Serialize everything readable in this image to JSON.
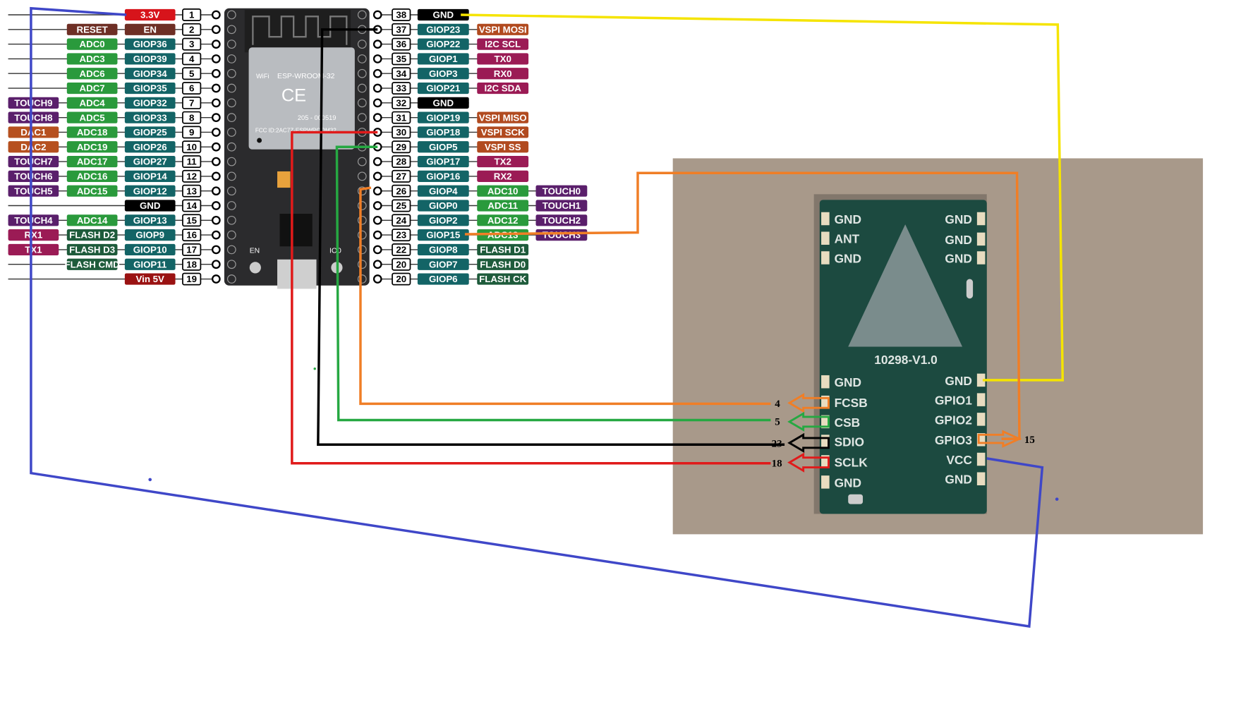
{
  "colors": {
    "power": "#d7141b",
    "brown": "#6e2f25",
    "adc": "#2a9a3c",
    "gpio": "#136466",
    "touch": "#5a1f6b",
    "dac": "#b6501f",
    "uart": "#9b1b55",
    "vspi": "#b14a1f",
    "flash": "#1e5b3b",
    "gnd": "#000000",
    "vin": "#9a1212",
    "wire_blue": "#3f47c8",
    "wire_yellow": "#f5e400",
    "wire_black": "#000000",
    "wire_red": "#e01a1a",
    "wire_green": "#26a842",
    "wire_orange": "#f07e26"
  },
  "pinout": {
    "left": [
      {
        "pin": "1",
        "cols": [
          null,
          null,
          {
            "t": "3.3V",
            "k": "power"
          }
        ]
      },
      {
        "pin": "2",
        "cols": [
          null,
          {
            "t": "RESET",
            "k": "brown"
          },
          {
            "t": "EN",
            "k": "brown"
          }
        ]
      },
      {
        "pin": "3",
        "cols": [
          null,
          {
            "t": "ADC0",
            "k": "adc"
          },
          {
            "t": "GIOP36",
            "k": "gpio"
          }
        ]
      },
      {
        "pin": "4",
        "cols": [
          null,
          {
            "t": "ADC3",
            "k": "adc"
          },
          {
            "t": "GIOP39",
            "k": "gpio"
          }
        ]
      },
      {
        "pin": "5",
        "cols": [
          null,
          {
            "t": "ADC6",
            "k": "adc"
          },
          {
            "t": "GIOP34",
            "k": "gpio"
          }
        ]
      },
      {
        "pin": "6",
        "cols": [
          null,
          {
            "t": "ADC7",
            "k": "adc"
          },
          {
            "t": "GIOP35",
            "k": "gpio"
          }
        ]
      },
      {
        "pin": "7",
        "cols": [
          {
            "t": "TOUCH9",
            "k": "touch"
          },
          {
            "t": "ADC4",
            "k": "adc"
          },
          {
            "t": "GIOP32",
            "k": "gpio"
          }
        ]
      },
      {
        "pin": "8",
        "cols": [
          {
            "t": "TOUCH8",
            "k": "touch"
          },
          {
            "t": "ADC5",
            "k": "adc"
          },
          {
            "t": "GIOP33",
            "k": "gpio"
          }
        ]
      },
      {
        "pin": "9",
        "cols": [
          {
            "t": "DAC1",
            "k": "dac"
          },
          {
            "t": "ADC18",
            "k": "adc"
          },
          {
            "t": "GIOP25",
            "k": "gpio"
          }
        ]
      },
      {
        "pin": "10",
        "cols": [
          {
            "t": "DAC2",
            "k": "dac"
          },
          {
            "t": "ADC19",
            "k": "adc"
          },
          {
            "t": "GIOP26",
            "k": "gpio"
          }
        ]
      },
      {
        "pin": "11",
        "cols": [
          {
            "t": "TOUCH7",
            "k": "touch"
          },
          {
            "t": "ADC17",
            "k": "adc"
          },
          {
            "t": "GIOP27",
            "k": "gpio"
          }
        ]
      },
      {
        "pin": "12",
        "cols": [
          {
            "t": "TOUCH6",
            "k": "touch"
          },
          {
            "t": "ADC16",
            "k": "adc"
          },
          {
            "t": "GIOP14",
            "k": "gpio"
          }
        ]
      },
      {
        "pin": "13",
        "cols": [
          {
            "t": "TOUCH5",
            "k": "touch"
          },
          {
            "t": "ADC15",
            "k": "adc"
          },
          {
            "t": "GIOP12",
            "k": "gpio"
          }
        ]
      },
      {
        "pin": "14",
        "cols": [
          null,
          null,
          {
            "t": "GND",
            "k": "gnd"
          }
        ]
      },
      {
        "pin": "15",
        "cols": [
          {
            "t": "TOUCH4",
            "k": "touch"
          },
          {
            "t": "ADC14",
            "k": "adc"
          },
          {
            "t": "GIOP13",
            "k": "gpio"
          }
        ]
      },
      {
        "pin": "16",
        "cols": [
          {
            "t": "RX1",
            "k": "uart"
          },
          {
            "t": "FLASH D2",
            "k": "flash"
          },
          {
            "t": "GIOP9",
            "k": "gpio"
          }
        ]
      },
      {
        "pin": "17",
        "cols": [
          {
            "t": "TX1",
            "k": "uart"
          },
          {
            "t": "FLASH D3",
            "k": "flash"
          },
          {
            "t": "GIOP10",
            "k": "gpio"
          }
        ]
      },
      {
        "pin": "18",
        "cols": [
          null,
          {
            "t": "FLASH CMD",
            "k": "flash"
          },
          {
            "t": "GIOP11",
            "k": "gpio"
          }
        ]
      },
      {
        "pin": "19",
        "cols": [
          null,
          null,
          {
            "t": "Vin 5V",
            "k": "vin"
          }
        ]
      }
    ],
    "right": [
      {
        "pin": "38",
        "cols": [
          {
            "t": "GND",
            "k": "gnd"
          },
          null,
          null
        ]
      },
      {
        "pin": "37",
        "cols": [
          {
            "t": "GIOP23",
            "k": "gpio"
          },
          {
            "t": "VSPI MOSI",
            "k": "vspi"
          },
          null
        ]
      },
      {
        "pin": "36",
        "cols": [
          {
            "t": "GIOP22",
            "k": "gpio"
          },
          {
            "t": "I2C SCL",
            "k": "uart"
          },
          null
        ]
      },
      {
        "pin": "35",
        "cols": [
          {
            "t": "GIOP1",
            "k": "gpio"
          },
          {
            "t": "TX0",
            "k": "uart"
          },
          null
        ]
      },
      {
        "pin": "34",
        "cols": [
          {
            "t": "GIOP3",
            "k": "gpio"
          },
          {
            "t": "RX0",
            "k": "uart"
          },
          null
        ]
      },
      {
        "pin": "33",
        "cols": [
          {
            "t": "GIOP21",
            "k": "gpio"
          },
          {
            "t": "I2C SDA",
            "k": "uart"
          },
          null
        ]
      },
      {
        "pin": "32",
        "cols": [
          {
            "t": "GND",
            "k": "gnd"
          },
          null,
          null
        ]
      },
      {
        "pin": "31",
        "cols": [
          {
            "t": "GIOP19",
            "k": "gpio"
          },
          {
            "t": "VSPI MISO",
            "k": "vspi"
          },
          null
        ]
      },
      {
        "pin": "30",
        "cols": [
          {
            "t": "GIOP18",
            "k": "gpio"
          },
          {
            "t": "VSPI SCK",
            "k": "vspi"
          },
          null
        ]
      },
      {
        "pin": "29",
        "cols": [
          {
            "t": "GIOP5",
            "k": "gpio"
          },
          {
            "t": "VSPI SS",
            "k": "vspi"
          },
          null
        ]
      },
      {
        "pin": "28",
        "cols": [
          {
            "t": "GIOP17",
            "k": "gpio"
          },
          {
            "t": "TX2",
            "k": "uart"
          },
          null
        ]
      },
      {
        "pin": "27",
        "cols": [
          {
            "t": "GIOP16",
            "k": "gpio"
          },
          {
            "t": "RX2",
            "k": "uart"
          },
          null
        ]
      },
      {
        "pin": "26",
        "cols": [
          {
            "t": "GIOP4",
            "k": "gpio"
          },
          {
            "t": "ADC10",
            "k": "adc"
          },
          {
            "t": "TOUCH0",
            "k": "touch"
          }
        ]
      },
      {
        "pin": "25",
        "cols": [
          {
            "t": "GIOP0",
            "k": "gpio"
          },
          {
            "t": "ADC11",
            "k": "adc"
          },
          {
            "t": "TOUCH1",
            "k": "touch"
          }
        ]
      },
      {
        "pin": "24",
        "cols": [
          {
            "t": "GIOP2",
            "k": "gpio"
          },
          {
            "t": "ADC12",
            "k": "adc"
          },
          {
            "t": "TOUCH2",
            "k": "touch"
          }
        ]
      },
      {
        "pin": "23",
        "cols": [
          {
            "t": "GIOP15",
            "k": "gpio"
          },
          {
            "t": "ADC13",
            "k": "adc"
          },
          {
            "t": "TOUCH3",
            "k": "touch"
          }
        ]
      },
      {
        "pin": "22",
        "cols": [
          {
            "t": "GIOP8",
            "k": "gpio"
          },
          {
            "t": "FLASH D1",
            "k": "flash"
          },
          null
        ]
      },
      {
        "pin": "20",
        "cols": [
          {
            "t": "GIOP7",
            "k": "gpio"
          },
          {
            "t": "FLASH D0",
            "k": "flash"
          },
          null
        ]
      },
      {
        "pin": "20",
        "cols": [
          {
            "t": "GIOP6",
            "k": "gpio"
          },
          {
            "t": "FLASH CK",
            "k": "flash"
          },
          null
        ]
      }
    ]
  },
  "board": {
    "module_name": "ESP-WROOM-32",
    "wifi": "WiFi",
    "ce": "CE",
    "cert": "205 - 000519",
    "fcc": "FCC ID:2AC7Z-ESPWROOM32",
    "en_button": "EN",
    "io0_button": "IO0"
  },
  "module": {
    "left_pads": [
      "GND",
      "ANT",
      "GND",
      "GND",
      "FCSB",
      "CSB",
      "SDIO",
      "SCLK",
      "GND"
    ],
    "right_pads": [
      "GND",
      "GND",
      "GND",
      "GND",
      "GPIO1",
      "GPIO2",
      "GPIO3",
      "VCC",
      "GND"
    ],
    "version": "10298-V1.0"
  },
  "wire_labels": {
    "fcsb": "4",
    "csb": "5",
    "sdio": "23",
    "sclk": "18",
    "gpio3": "15"
  }
}
